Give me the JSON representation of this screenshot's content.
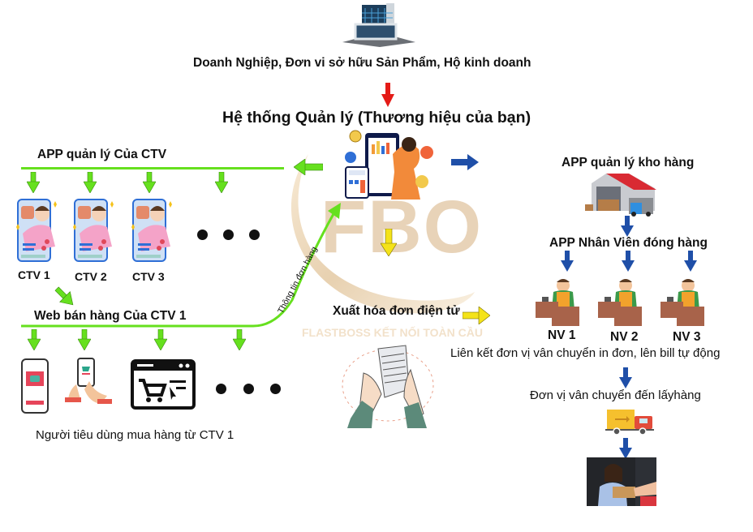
{
  "top": {
    "building_icon": "office-building-icon",
    "business_label": "Doanh Nghiệp, Đơn vi sở hữu Sản Phẩm, Hộ kinh doanh",
    "system_title": "Hệ thống Quản lý (Thương hiệu của bạn)"
  },
  "watermark": {
    "logo_text": "FBO",
    "tagline": "FLASTBOSS KẾT NỐI TOÀN CẦU"
  },
  "left": {
    "ctv_app_label": "APP quản lý Của CTV",
    "ctv_items": [
      {
        "label": "CTV 1"
      },
      {
        "label": "CTV 2"
      },
      {
        "label": "CTV 3"
      }
    ],
    "ctv_more": "• • •",
    "web_label": "Web bán hàng Của CTV 1",
    "buyer_icons": [
      "mobile-shop-icon",
      "hand-phone-cart-icon",
      "web-cart-icon"
    ],
    "buyer_more": "• • •",
    "consumer_label": "Người tiêu dùng mua hàng từ CTV 1",
    "order_info_label": "Thông tin đơn hàng"
  },
  "center": {
    "manager_icon": "dashboard-analyst-icon",
    "invoice_label": "Xuất hóa đơn điện tử",
    "invoice_icon": "receipt-hands-icon"
  },
  "right": {
    "warehouse_label": "APP quản lý  kho hàng",
    "warehouse_icon": "warehouse-truck-icon",
    "packer_app_label": "APP Nhân Viên đóng hàng",
    "packers": [
      {
        "label": "NV 1"
      },
      {
        "label": "NV 2"
      },
      {
        "label": "NV 3"
      }
    ],
    "shipping_link_label": "Liên kết đơn vị vân chuyển in đơn, lên bill tự động",
    "carrier_label": "Đơn vị vân chuyển đến lấyhàng",
    "truck_icon": "delivery-truck-icon",
    "delivery_photo": "customer-receiving-package-photo"
  },
  "colors": {
    "green": "#66e01e",
    "blue": "#1f4fa8",
    "yellow": "#f4e31a",
    "red": "#e41b17",
    "gold": "#d9b27a"
  }
}
